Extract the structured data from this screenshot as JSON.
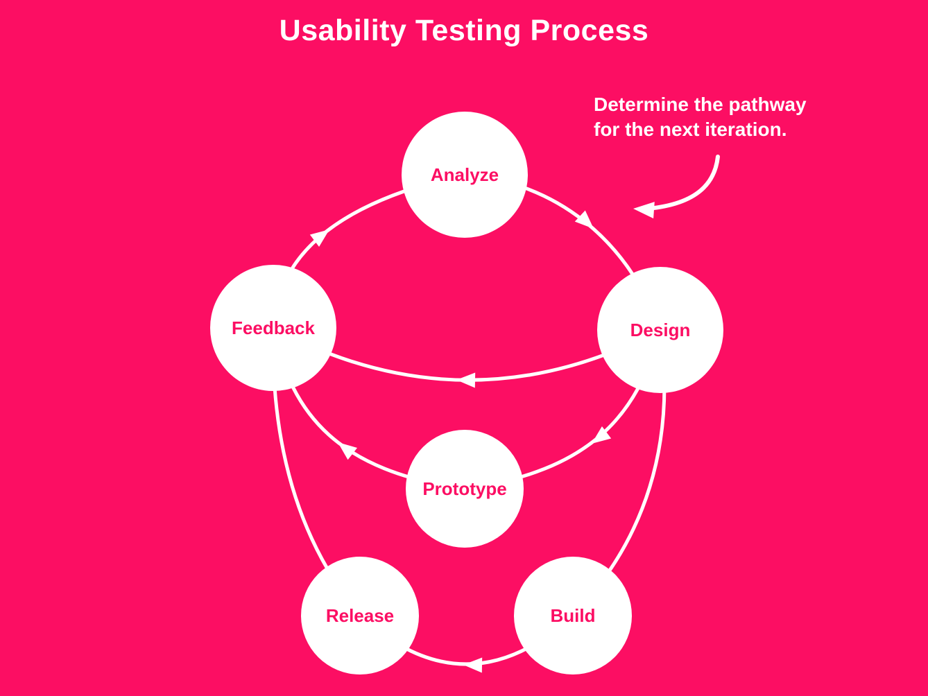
{
  "title": "Usability Testing Process",
  "annotation": {
    "text": "Determine the pathway\nfor the next iteration.",
    "points_at": "Analyze to Design pathway"
  },
  "nodes": [
    {
      "id": "analyze",
      "label": "Analyze"
    },
    {
      "id": "design",
      "label": "Design"
    },
    {
      "id": "feedback",
      "label": "Feedback"
    },
    {
      "id": "prototype",
      "label": "Prototype"
    },
    {
      "id": "release",
      "label": "Release"
    },
    {
      "id": "build",
      "label": "Build"
    }
  ],
  "edges": [
    {
      "from": "Feedback",
      "to": "Analyze",
      "arrow": true
    },
    {
      "from": "Analyze",
      "to": "Design",
      "arrow": true
    },
    {
      "from": "Design",
      "to": "Feedback",
      "arrow": true
    },
    {
      "from": "Design",
      "to": "Prototype",
      "arrow": true
    },
    {
      "from": "Prototype",
      "to": "Feedback",
      "arrow": true
    },
    {
      "from": "Design",
      "to": "Build",
      "arrow": false
    },
    {
      "from": "Build",
      "to": "Release",
      "arrow": true
    },
    {
      "from": "Release",
      "to": "Feedback",
      "arrow": false
    }
  ],
  "colors": {
    "background": "#FC0E63",
    "node_fill": "#FFFFFF",
    "node_text": "#FC0E63",
    "connector": "#FFFFFF",
    "title_text": "#FFFFFF",
    "annotation_text": "#FFFFFF"
  }
}
